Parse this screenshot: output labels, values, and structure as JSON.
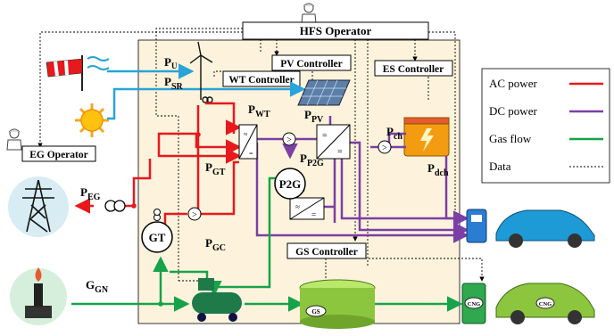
{
  "boxes": {
    "hfs_operator": "HFS Operator",
    "pv_controller": "PV Controller",
    "wt_controller": "WT Controller",
    "es_controller": "ES Controller",
    "eg_operator": "EG Operator",
    "gs_controller": "GS Controller"
  },
  "symbols": {
    "p2g": "P2G",
    "gt": "GT",
    "gs_tank": "GS",
    "cng_pump": "CNG",
    "cng_car": "CNG"
  },
  "variables": {
    "p_u": {
      "main": "P",
      "sub": "U"
    },
    "p_sr": {
      "main": "P",
      "sub": "SR"
    },
    "p_wt": {
      "main": "P",
      "sub": "WT"
    },
    "p_pv": {
      "main": "P",
      "sub": "PV"
    },
    "p_ch": {
      "main": "P",
      "sub": "ch"
    },
    "p_dch": {
      "main": "P",
      "sub": "dch"
    },
    "p_p2g": {
      "main": "P",
      "sub": "P2G"
    },
    "p_gt": {
      "main": "P",
      "sub": "GT"
    },
    "p_eg": {
      "main": "P",
      "sub": "EG"
    },
    "p_gc": {
      "main": "P",
      "sub": "GC"
    },
    "g_gn": {
      "main": "G",
      "sub": "GN"
    }
  },
  "legend": {
    "items": [
      {
        "label": "AC power",
        "color": "#e8191c",
        "style": "solid"
      },
      {
        "label": "DC power",
        "color": "#7b3fa5",
        "style": "solid"
      },
      {
        "label": "Gas flow",
        "color": "#16a34a",
        "style": "solid"
      },
      {
        "label": "Data",
        "color": "#000000",
        "style": "dotted"
      }
    ]
  },
  "colors": {
    "ac": "#e8191c",
    "dc": "#7b3fa5",
    "gas": "#16a34a",
    "wind": "#29a3d9",
    "hub_fill": "#fdf3dc"
  }
}
